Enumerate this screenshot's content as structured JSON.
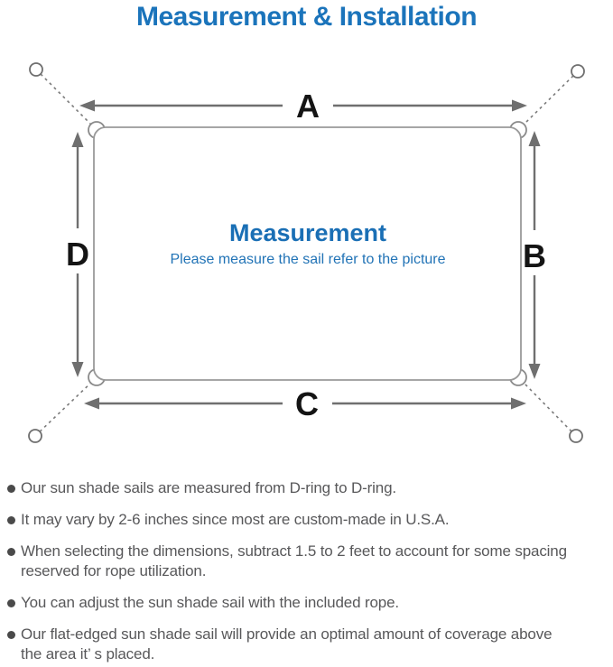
{
  "title": "Measurement & Installation",
  "diagram": {
    "side_labels": {
      "top": "A",
      "right": "B",
      "bottom": "C",
      "left": "D"
    },
    "center_title": "Measurement",
    "center_subtitle": "Please measure the sail refer to the picture"
  },
  "colors": {
    "accent_blue": "#1b74bb",
    "center_title_blue": "#1a6fb5",
    "center_subtitle_blue": "#2173b6",
    "body_text_gray": "#58585a",
    "arrow_gray": "#6f6f6f",
    "outline_gray": "#9a9a9a",
    "label_black": "#141414"
  },
  "notes": [
    "Our sun shade sails are measured from D-ring to D-ring.",
    "It may vary by 2-6 inches since most are custom-made in U.S.A.",
    "When selecting the dimensions, subtract 1.5 to 2 feet to account for some spacing\nreserved for rope utilization.",
    "You can adjust the sun shade sail with the included rope.",
    "Our flat-edged sun shade sail will provide an optimal amount of coverage above\nthe area it’ s placed."
  ]
}
